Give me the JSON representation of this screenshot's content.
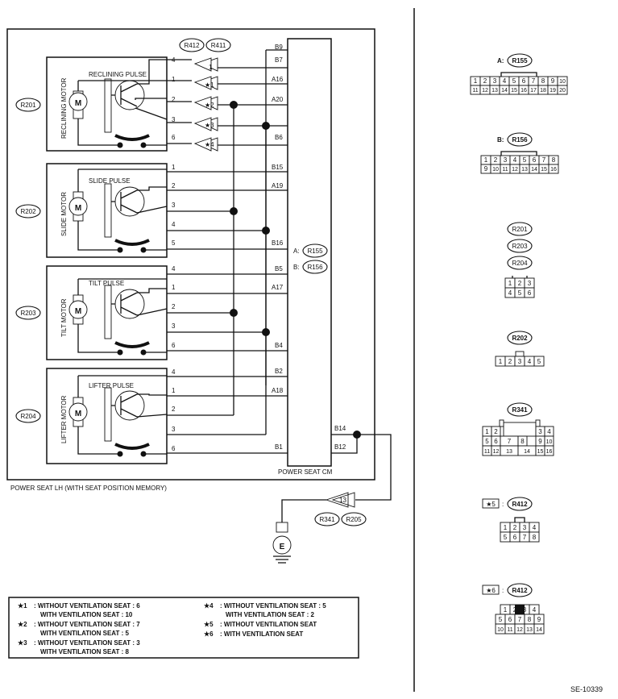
{
  "diagram": {
    "title": "POWER SEAT LH (WITH SEAT POSITION MEMORY)",
    "cm_label": "POWER SEAT CM",
    "figure_id": "SE-10339",
    "top_connectors": [
      "R412",
      "R411"
    ],
    "cm_connectors": [
      {
        "prefix": "A:",
        "code": "R155"
      },
      {
        "prefix": "B:",
        "code": "R156"
      }
    ],
    "ground_connectors": [
      "R341",
      "R205"
    ],
    "ground_pin": "13",
    "ground_symbol": "E",
    "motors": [
      {
        "code": "R201",
        "name": "RECLINING MOTOR",
        "pulse": "RECLINING PULSE",
        "pins": [
          "4",
          "1",
          "2",
          "3",
          "6"
        ],
        "terminals": [
          "B9",
          "B7",
          "A16",
          "A20",
          "B6"
        ],
        "stars": [
          "1",
          "★1",
          "★2",
          "★3",
          "★4"
        ]
      },
      {
        "code": "R202",
        "name": "SLIDE MOTOR",
        "pulse": "SLIDE PULSE",
        "pins": [
          "1",
          "2",
          "3",
          "4",
          "5"
        ],
        "terminals": [
          "B15",
          "A19",
          "B16"
        ]
      },
      {
        "code": "R203",
        "name": "TILT MOTOR",
        "pulse": "TILT PULSE",
        "pins": [
          "4",
          "1",
          "2",
          "3",
          "6"
        ],
        "terminals": [
          "B5",
          "A17",
          "B4"
        ]
      },
      {
        "code": "R204",
        "name": "LIFTER MOTOR",
        "pulse": "LIFTER PULSE",
        "pins": [
          "4",
          "1",
          "2",
          "3",
          "6"
        ],
        "terminals": [
          "B2",
          "A18",
          "B14",
          "B1",
          "B12"
        ]
      }
    ],
    "motor_symbol": "M",
    "notes": [
      {
        "mark": "★1",
        "lines": [
          ": WITHOUT VENTILATION SEAT : 6",
          "WITH VENTILATION SEAT : 10"
        ]
      },
      {
        "mark": "★2",
        "lines": [
          ": WITHOUT VENTILATION SEAT : 7",
          "WITH VENTILATION SEAT : 5"
        ]
      },
      {
        "mark": "★3",
        "lines": [
          ": WITHOUT VENTILATION SEAT : 3",
          "WITH VENTILATION SEAT : 8"
        ]
      },
      {
        "mark": "★4",
        "lines": [
          ": WITHOUT VENTILATION SEAT : 5",
          "WITH VENTILATION SEAT : 2"
        ]
      },
      {
        "mark": "★5",
        "lines": [
          ": WITHOUT VENTILATION SEAT"
        ]
      },
      {
        "mark": "★6",
        "lines": [
          ": WITH VENTILATION SEAT"
        ]
      }
    ]
  },
  "connectors": [
    {
      "label": "A:",
      "code": "R155",
      "rows": [
        [
          "1",
          "2",
          "3",
          "4",
          "5",
          "6",
          "7",
          "8",
          "9",
          "10"
        ],
        [
          "11",
          "12",
          "13",
          "14",
          "15",
          "16",
          "17",
          "18",
          "19",
          "20"
        ]
      ]
    },
    {
      "label": "B:",
      "code": "R156",
      "rows": [
        [
          "1",
          "2",
          "3",
          "4",
          "5",
          "6",
          "7",
          "8"
        ],
        [
          "9",
          "10",
          "11",
          "12",
          "13",
          "14",
          "15",
          "16"
        ]
      ]
    },
    {
      "codes": [
        "R201",
        "R203",
        "R204"
      ],
      "rows": [
        [
          "1",
          "2",
          "3"
        ],
        [
          "4",
          "5",
          "6"
        ]
      ]
    },
    {
      "code": "R202",
      "rows": [
        [
          "1",
          "2",
          "3",
          "4",
          "5"
        ]
      ]
    },
    {
      "code": "R341",
      "rows": [
        [
          "1",
          "2",
          "3",
          "4"
        ],
        [
          "5",
          "6",
          "7",
          "8",
          "9",
          "10"
        ],
        [
          "11",
          "12",
          "13",
          "14",
          "15",
          "16"
        ]
      ]
    },
    {
      "label": "★5",
      "code": "R412",
      "rows": [
        [
          "1",
          "2",
          "3",
          "4"
        ],
        [
          "5",
          "6",
          "7",
          "8"
        ]
      ]
    },
    {
      "label": "★6",
      "code": "R412",
      "rows": [
        [
          "1",
          "2",
          "3",
          "4"
        ],
        [
          "5",
          "6",
          "7",
          "8",
          "9"
        ],
        [
          "10",
          "11",
          "12",
          "13",
          "14"
        ]
      ]
    }
  ]
}
